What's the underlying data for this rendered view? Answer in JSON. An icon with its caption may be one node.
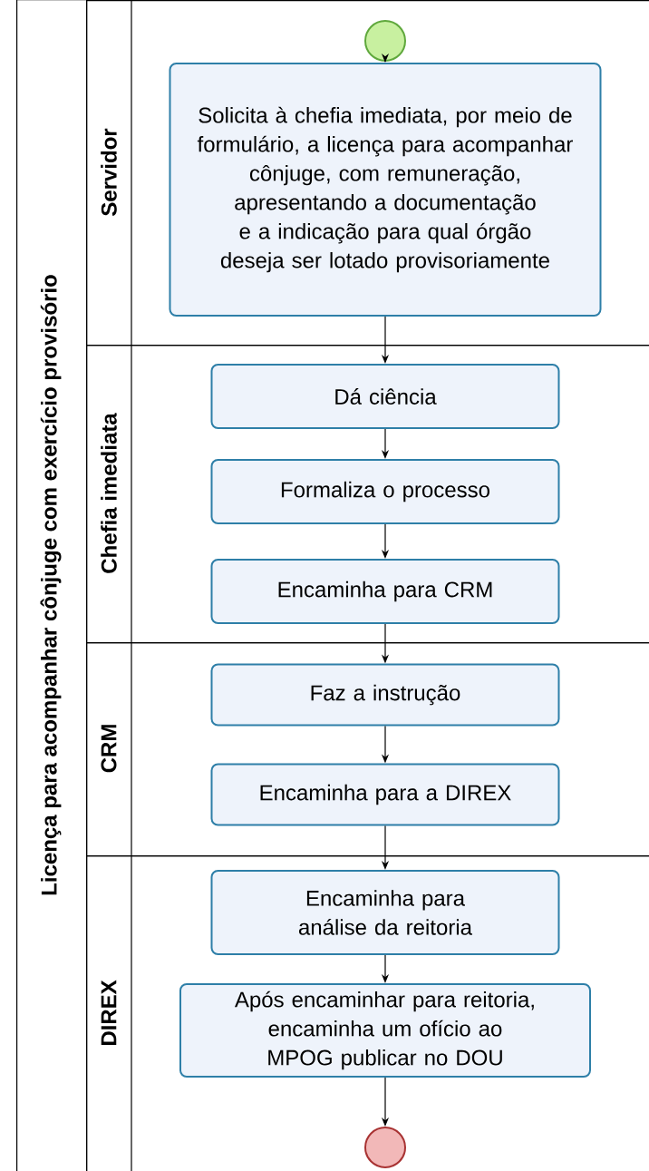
{
  "diagram": {
    "nodes": [
      {
        "text": [
          "Licença para acompanhar cônjuge com exercício provisório"
        ]
      },
      {
        "text": [
          "Servidor"
        ]
      },
      {
        "text": [
          "Chefia imediata"
        ]
      },
      {
        "text": [
          "CRM"
        ]
      },
      {
        "text": [
          "DIREX"
        ]
      },
      {
        "text": [],
        "shape": "circle",
        "in": 1
      },
      {
        "text": [
          "Solicita à chefia imediata, por meio de formulário, a licença para acompanhar cônjuge, com remuneração, apresentando a documentação e a indicação para qual órgão deseja ser lotado provisoriamente"
        ],
        "in": 1
      },
      {
        "text": [
          "Dá ciência"
        ],
        "in": 2
      },
      {
        "text": [
          "Formaliza o processo"
        ],
        "in": 2
      },
      {
        "text": [
          "Encaminha para CRM"
        ],
        "in": 2
      },
      {
        "text": [
          "Faz a instrução"
        ],
        "in": 3
      },
      {
        "text": [
          "Encaminha para a DIREX"
        ],
        "in": 3
      },
      {
        "text": [
          "Encaminha para análise da reitoria"
        ],
        "in": 4
      },
      {
        "text": [
          "Após encaminhar para reitoria, encaminha um ofício ao MPOG publicar no DOU"
        ],
        "in": 4
      },
      {
        "text": [],
        "shape": "circle",
        "in": 4
      }
    ],
    "edges": [
      {
        "from": 5,
        "to": 6,
        "arrow": "to"
      },
      {
        "from": 6,
        "to": 7,
        "arrow": "to"
      },
      {
        "from": 7,
        "to": 8,
        "arrow": "to"
      },
      {
        "from": 8,
        "to": 9,
        "arrow": "to"
      },
      {
        "from": 9,
        "to": 10,
        "arrow": "to"
      },
      {
        "from": 10,
        "to": 11,
        "arrow": "to"
      },
      {
        "from": 11,
        "to": 12,
        "arrow": "to"
      },
      {
        "from": 12,
        "to": 13,
        "arrow": "to"
      },
      {
        "from": 13,
        "to": 14,
        "arrow": "to"
      }
    ]
  }
}
